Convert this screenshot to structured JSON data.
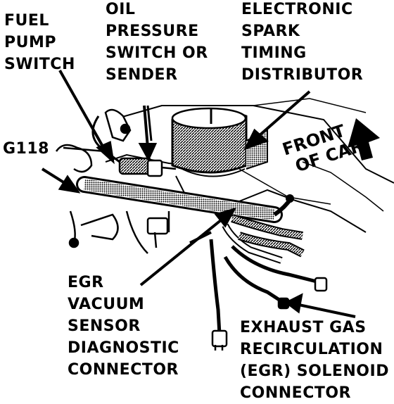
{
  "labels": {
    "fuel_pump_switch": [
      "FUEL",
      "PUMP",
      "SWITCH"
    ],
    "oil_pressure": [
      "OIL",
      "PRESSURE",
      "SWITCH OR",
      "SENDER"
    ],
    "distributor": [
      "ELECTRONIC",
      "SPARK",
      "TIMING",
      "DISTRIBUTOR"
    ],
    "ground": [
      "G118"
    ],
    "front_of_car": [
      "FRONT",
      "OF CAR"
    ],
    "egr_sensor": [
      "EGR",
      "VACUUM",
      "SENSOR",
      "DIAGNOSTIC",
      "CONNECTOR"
    ],
    "egr_solenoid": [
      "EXHAUST GAS",
      "RECIRCULATION",
      "(EGR) SOLENOID",
      "CONNECTOR"
    ]
  },
  "colors": {
    "ink": "#000000",
    "paper": "#ffffff",
    "shade": "#6a6a6a"
  }
}
